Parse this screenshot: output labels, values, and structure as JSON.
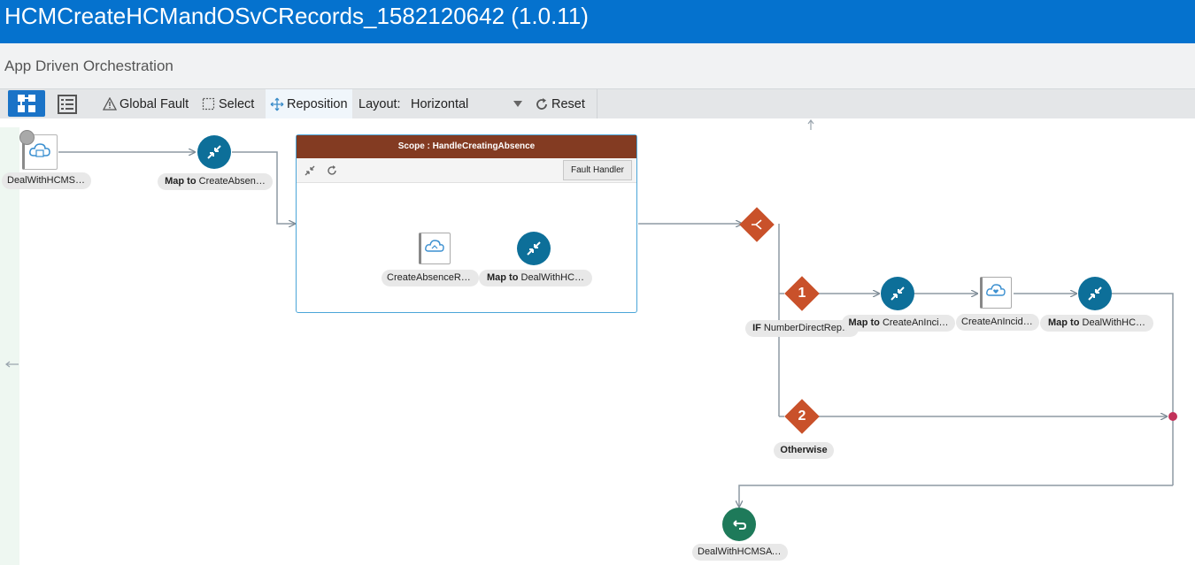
{
  "window": {
    "title": "HCMCreateHCMandOSvCRecords_1582120642 (1.0.11)"
  },
  "header": {
    "subtitle": "App Driven Orchestration"
  },
  "toolbar": {
    "global_fault": "Global Fault",
    "select": "Select",
    "reposition": "Reposition",
    "layout_label": "Layout:",
    "layout_value": "Horizontal",
    "reset": "Reset"
  },
  "flow": {
    "trigger_label": "DealWithHCMSAVE",
    "map1_bold": "Map to",
    "map1_label": "CreateAbsen…",
    "scope": {
      "title": "Scope : HandleCreatingAbsence",
      "fault_handler": "Fault Handler",
      "invoke_label": "CreateAbsenceRecor",
      "map_bold": "Map to",
      "map_label": "DealWithHC…"
    },
    "branch1": {
      "number": "1",
      "cond_bold": "IF",
      "cond_label": "NumberDirectRep…",
      "map_a_bold": "Map to",
      "map_a_label": "CreateAnInci…",
      "invoke_label": "CreateAnIncident",
      "map_b_bold": "Map to",
      "map_b_label": "DealWithHC…"
    },
    "branch2": {
      "number": "2",
      "label": "Otherwise"
    },
    "return_label": "DealWithHCMSAVE"
  },
  "colors": {
    "title_bar": "#0572ce",
    "map_node": "#0d6f99",
    "switch_node": "#c9512a",
    "scope_header": "#833b22",
    "return_node": "#1e7a5a",
    "merge_dot": "#c2325a"
  },
  "icons": [
    "designer-view-icon",
    "list-view-icon",
    "warning-icon",
    "select-icon",
    "move-icon",
    "dropdown-arrow-icon",
    "reset-icon",
    "cloud-icon",
    "map-icon",
    "return-icon",
    "collapse-icon",
    "refresh-icon",
    "arrow-up-icon",
    "arrow-left-icon"
  ]
}
